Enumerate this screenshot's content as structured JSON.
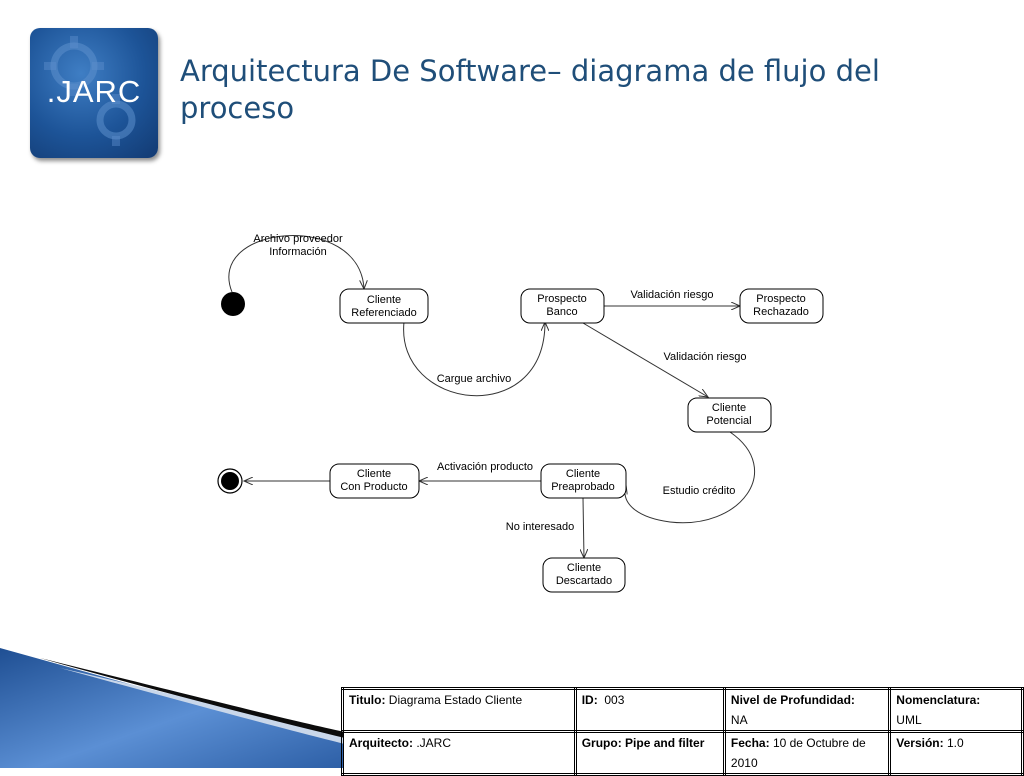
{
  "header": {
    "logo_text": ".JARC",
    "title": "Arquitectura De Software– diagrama de flujo del proceso"
  },
  "diagram": {
    "states": {
      "cliente_referenciado": [
        "Cliente",
        "Referenciado"
      ],
      "prospecto_banco": [
        "Prospecto",
        "Banco"
      ],
      "prospecto_rechazado": [
        "Prospecto",
        "Rechazado"
      ],
      "cliente_potencial": [
        "Cliente",
        "Potencial"
      ],
      "cliente_preaprobado": [
        "Cliente",
        "Preaprobado"
      ],
      "cliente_con_producto": [
        "Cliente",
        "Con Producto"
      ],
      "cliente_descartado": [
        "Cliente",
        "Descartado"
      ]
    },
    "transitions": {
      "archivo_proveedor": [
        "Archivo proveedor",
        "Información"
      ],
      "cargue_archivo": "Cargue archivo",
      "validacion_riesgo_1": "Validación riesgo",
      "validacion_riesgo_2": "Validación riesgo",
      "estudio_credito": "Estudio crédito",
      "activacion_producto": "Activación producto",
      "no_interesado": "No interesado"
    }
  },
  "info_table": {
    "titulo_label": "Titulo:",
    "titulo_value": " Diagrama Estado Cliente",
    "id_label": "ID:",
    "id_value": "  003",
    "nivel_label": "Nivel de Profundidad:",
    "nivel_value": "NA",
    "nomenclatura_label": "Nomenclatura:",
    "nomenclatura_value": "UML",
    "arquitecto_label": "Arquitecto:",
    "arquitecto_value": " .JARC",
    "grupo_label": "Grupo: Pipe and filter",
    "fecha_label": "Fecha:",
    "fecha_value": " 10 de Octubre de 2010",
    "version_label": "Versión:",
    "version_value": " 1.0"
  },
  "colors": {
    "title": "#1f4e79",
    "logo_blue": "#1d5498",
    "decor_blue": "#2f62a8"
  }
}
